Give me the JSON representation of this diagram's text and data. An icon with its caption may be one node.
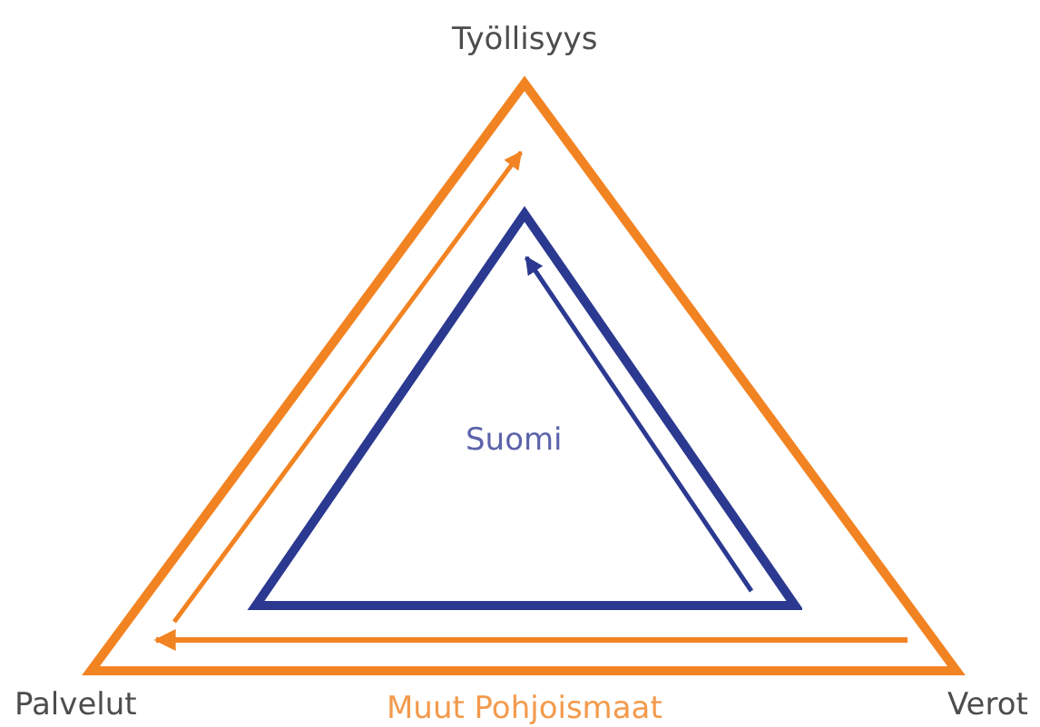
{
  "diagram": {
    "nodes": [
      {
        "text": [
          "Muut Pohjoismaat"
        ]
      },
      {
        "text": [
          "Suomi"
        ],
        "in": 0
      }
    ],
    "labels": [
      "Työllisyys",
      "Palvelut",
      "Verot"
    ]
  }
}
